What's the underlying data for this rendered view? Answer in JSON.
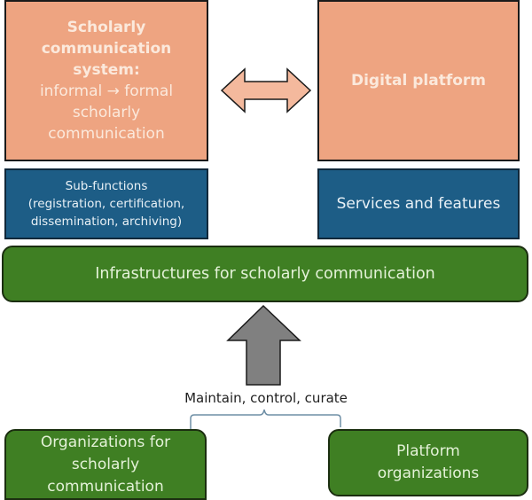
{
  "colors": {
    "salmon_fill": "#eea481",
    "blue_fill": "#1d5d86",
    "green_fill": "#3f7f23",
    "arrow_gray": "#808080",
    "double_arrow_fill": "#f4b99d"
  },
  "top_left_box": {
    "title_lines": [
      "Scholarly",
      "communication",
      "system:"
    ],
    "body_lines": [
      "informal → formal",
      "scholarly",
      "communication"
    ]
  },
  "top_right_box": {
    "title": "Digital platform"
  },
  "sub_functions_box": {
    "lines": [
      "Sub-functions",
      "(registration, certification,",
      "dissemination, archiving)"
    ]
  },
  "services_box": {
    "label": "Services and features"
  },
  "infrastructure_bar": {
    "label": "Infrastructures for scholarly communication"
  },
  "connector": {
    "label": "Maintain, control, curate"
  },
  "bottom_left_box": {
    "lines": [
      "Organizations for",
      "scholarly",
      "communication"
    ]
  },
  "bottom_right_box": {
    "lines": [
      "Platform",
      "organizations"
    ]
  }
}
